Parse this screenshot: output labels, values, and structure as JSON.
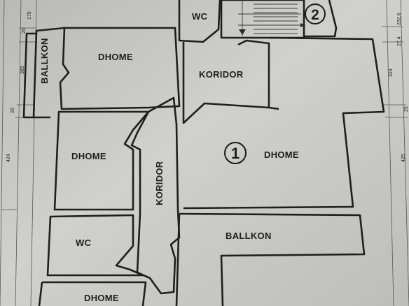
{
  "rooms": {
    "dhome_top_left": "DHOME",
    "dhome_left_middle": "DHOME",
    "dhome_main": "DHOME",
    "wc_top": "WC",
    "wc_left": "WC",
    "koridor_top": "KORIDOR",
    "koridor_vertical": "KORIDOR",
    "ballkon_side": "BALLKON",
    "ballkon_bottom": "BALLKON",
    "dhome_bottom": "DHOME"
  },
  "markers": {
    "unit_1": "1",
    "unit_2": "2"
  },
  "dimensions": {
    "left_175": "175",
    "left_25_top": "25",
    "left_385": "385",
    "left_25_mid": "25",
    "left_424": "424",
    "right_232_6": "232,6",
    "right_27_4": "27,4",
    "right_323": "323",
    "right_25": "25",
    "right_425": "425"
  },
  "colors": {
    "paper": "#c9c9c6",
    "ink": "#1f1f1f"
  }
}
